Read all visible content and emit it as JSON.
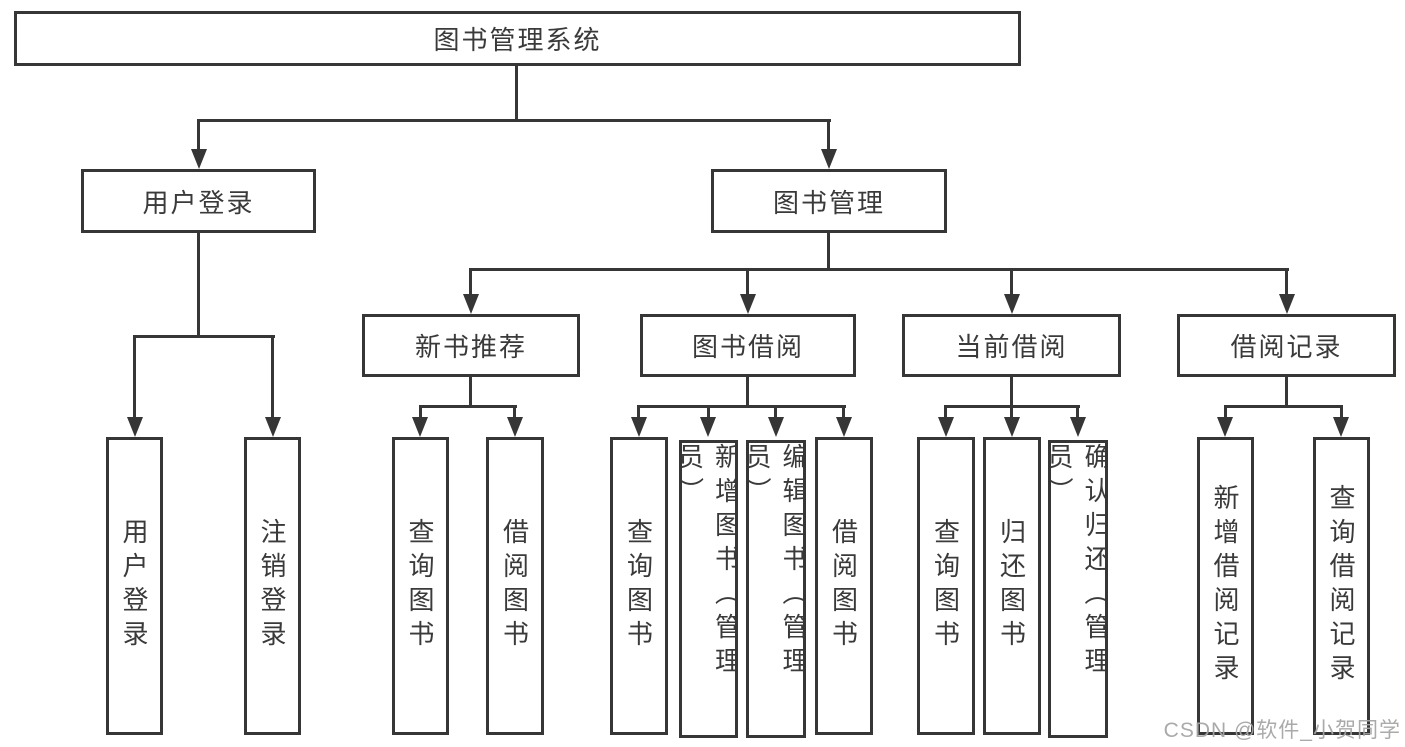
{
  "diagram": {
    "title": "图书管理系统",
    "root": {
      "label": "图书管理系统"
    },
    "branch_user": {
      "label": "用户登录",
      "children": [
        "用户登录",
        "注销登录"
      ]
    },
    "branch_book": {
      "label": "图书管理",
      "groups": [
        {
          "label": "新书推荐",
          "children": [
            "查询图书",
            "借阅图书"
          ]
        },
        {
          "label": "图书借阅",
          "children": [
            "查询图书",
            "新增图书（管理员）",
            "编辑图书（管理员）",
            "借阅图书"
          ]
        },
        {
          "label": "当前借阅",
          "children": [
            "查询图书",
            "归还图书",
            "确认归还（管理员）"
          ]
        },
        {
          "label": "借阅记录",
          "children": [
            "新增借阅记录",
            "查询借阅记录"
          ]
        }
      ]
    },
    "watermark": "CSDN @软件_小贺同学"
  },
  "colors": {
    "line": "#363636",
    "text": "#3a3a3a",
    "box_background": "#ffffff",
    "watermark": "#a5a5a5",
    "background": "#ffffff"
  }
}
